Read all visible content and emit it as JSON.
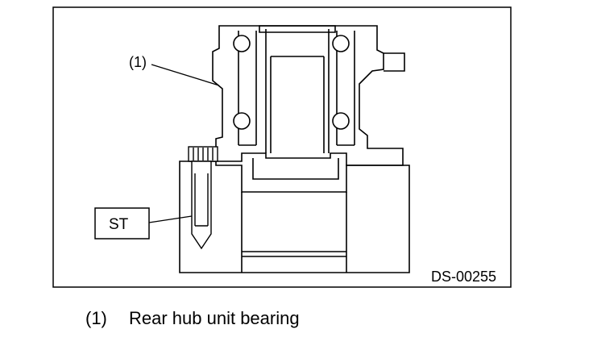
{
  "figure": {
    "code": "DS-00255",
    "callouts": [
      {
        "id": "1",
        "text": "(1)"
      },
      {
        "id": "st",
        "text": "ST"
      }
    ]
  },
  "legend": [
    {
      "number": "(1)",
      "text": "Rear hub unit bearing"
    }
  ]
}
